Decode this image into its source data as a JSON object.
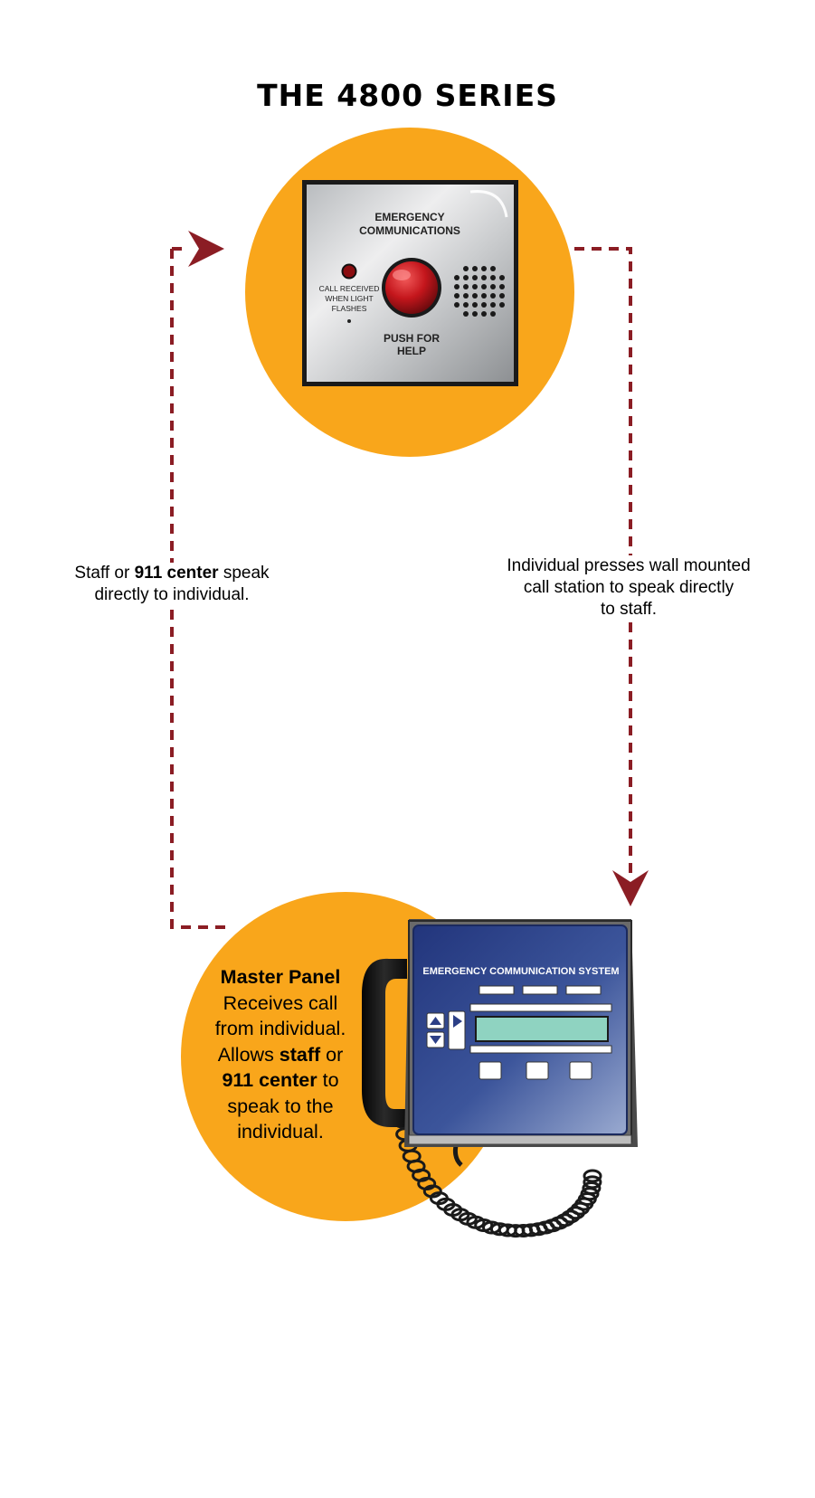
{
  "title": "THE 4800 SERIES",
  "call_station": {
    "heading_line1": "EMERGENCY",
    "heading_line2": "COMMUNICATIONS",
    "indicator_line1": "CALL RECEIVED",
    "indicator_line2": "WHEN LIGHT",
    "indicator_line3": "FLASHES",
    "button_line1": "PUSH FOR",
    "button_line2": "HELP"
  },
  "left_caption": {
    "part1": "Staff or ",
    "bold": "911 center",
    "part2": " speak",
    "line2": "directly to individual."
  },
  "right_caption": {
    "line1": "Individual presses wall mounted",
    "line2": "call station to speak directly",
    "line3": "to staff."
  },
  "master_panel": {
    "heading": "Master Panel",
    "line1": "Receives call",
    "line2": "from individual.",
    "line3_part1": "Allows ",
    "line3_bold": "staff",
    "line3_part2": " or",
    "line4_bold": "911 center",
    "line4_part2": " to",
    "line5": "speak to the",
    "line6": "individual.",
    "device_label": "EMERGENCY COMMUNICATION SYSTEM"
  },
  "colors": {
    "circle": "#f9a61b",
    "arrow": "#8b1d24",
    "panel_blue": "#2c3f86",
    "screen": "#8fd3c1",
    "push_button": "#c4161c"
  }
}
